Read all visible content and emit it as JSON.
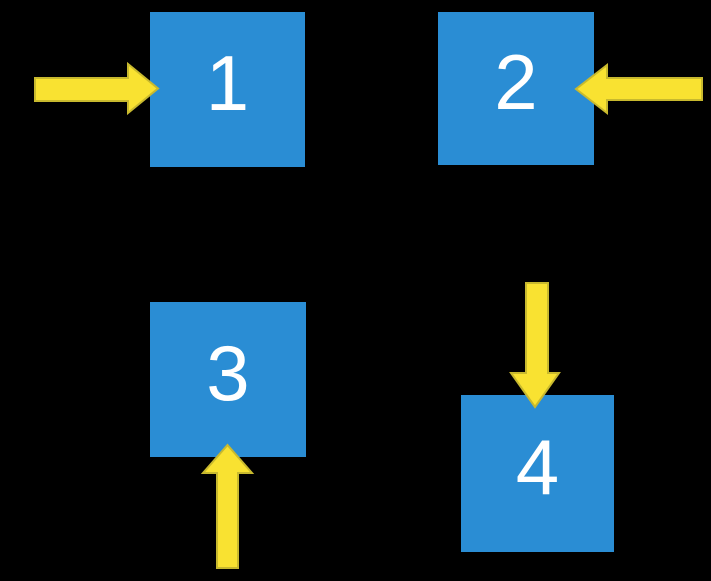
{
  "diagram": {
    "title": "four-numbered-squares-with-directional-arrows",
    "background_color": "#000000",
    "square_fill": "#2A8DD4",
    "label_color": "#FFFFFF",
    "arrow_fill": "#F9E231",
    "arrow_stroke": "#C8B92E",
    "squares": [
      {
        "label": "1",
        "arrow_direction": "right",
        "arrow_enters_from": "left"
      },
      {
        "label": "2",
        "arrow_direction": "left",
        "arrow_enters_from": "right"
      },
      {
        "label": "3",
        "arrow_direction": "up",
        "arrow_enters_from": "bottom"
      },
      {
        "label": "4",
        "arrow_direction": "down",
        "arrow_enters_from": "top"
      }
    ]
  }
}
